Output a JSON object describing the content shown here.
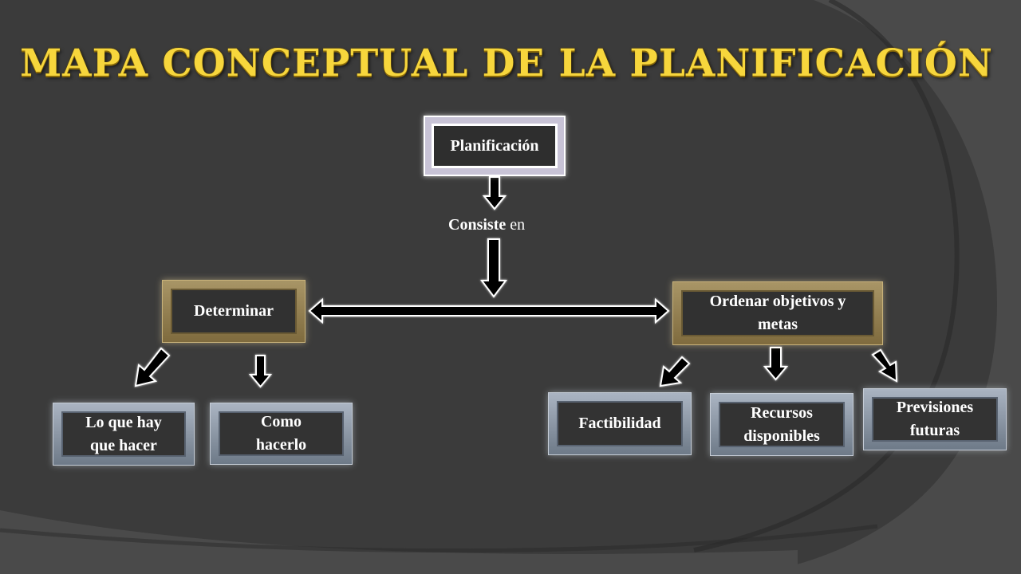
{
  "title": "MAPA CONCEPTUAL DE LA PLANIFICACIÓN",
  "nodes": {
    "planificacion": "Planificación",
    "consiste": "Consiste",
    "consiste_en": "en",
    "determinar": "Determinar",
    "ordenar": "Ordenar objetivos y metas",
    "lo_que_hay": "Lo que hay que hacer",
    "como_hacerlo": "Como hacerlo",
    "factibilidad": "Factibilidad",
    "recursos": "Recursos disponibles",
    "previsiones": "Previsiones futuras"
  },
  "colors": {
    "title": "#f7d63c",
    "background": "#3a3a3a",
    "gold_frame": "#a89566",
    "gray_frame": "#aab4c2"
  }
}
